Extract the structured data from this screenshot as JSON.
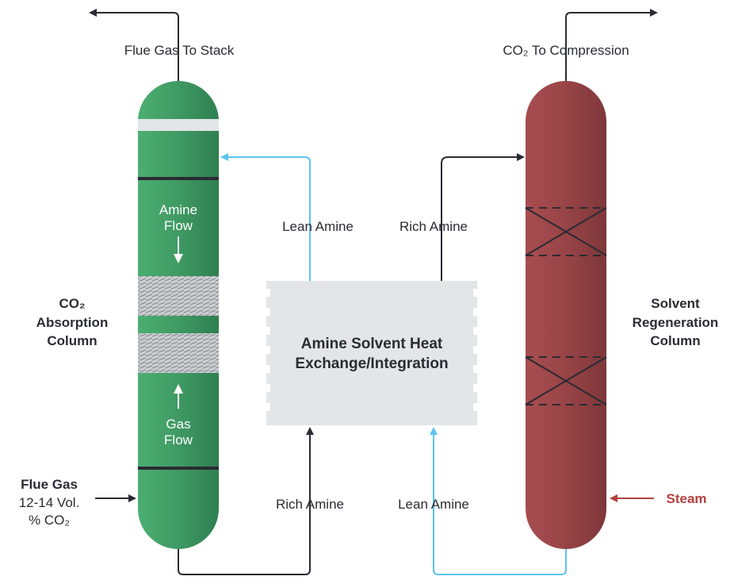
{
  "colors": {
    "absorber": "#3f9a63",
    "regenerator": "#984446",
    "lean_line": "#5cc4f0",
    "dark_line": "#2b2b33",
    "exchanger": "#e3e5e7",
    "steam": "#b3413f"
  },
  "top_labels": {
    "flue_to_stack": "Flue Gas To Stack",
    "co2_to_compression": "CO₂ To Compression"
  },
  "absorber": {
    "title_lines": [
      "CO₂",
      "Absorption",
      "Column"
    ],
    "amine_flow_lines": [
      "Amine",
      "Flow"
    ],
    "gas_flow_lines": [
      "Gas",
      "Flow"
    ]
  },
  "regenerator": {
    "title_lines": [
      "Solvent",
      "Regeneration",
      "Column"
    ]
  },
  "inlet": {
    "title": "Flue Gas",
    "detail_lines": [
      "12-14 Vol.",
      "% CO₂"
    ]
  },
  "steam": "Steam",
  "exchanger": {
    "title_lines": [
      "Amine Solvent Heat",
      "Exchange/Integration"
    ]
  },
  "streams": {
    "lean_top": "Lean Amine",
    "rich_top": "Rich Amine",
    "rich_bottom": "Rich Amine",
    "lean_bottom": "Lean Amine"
  }
}
